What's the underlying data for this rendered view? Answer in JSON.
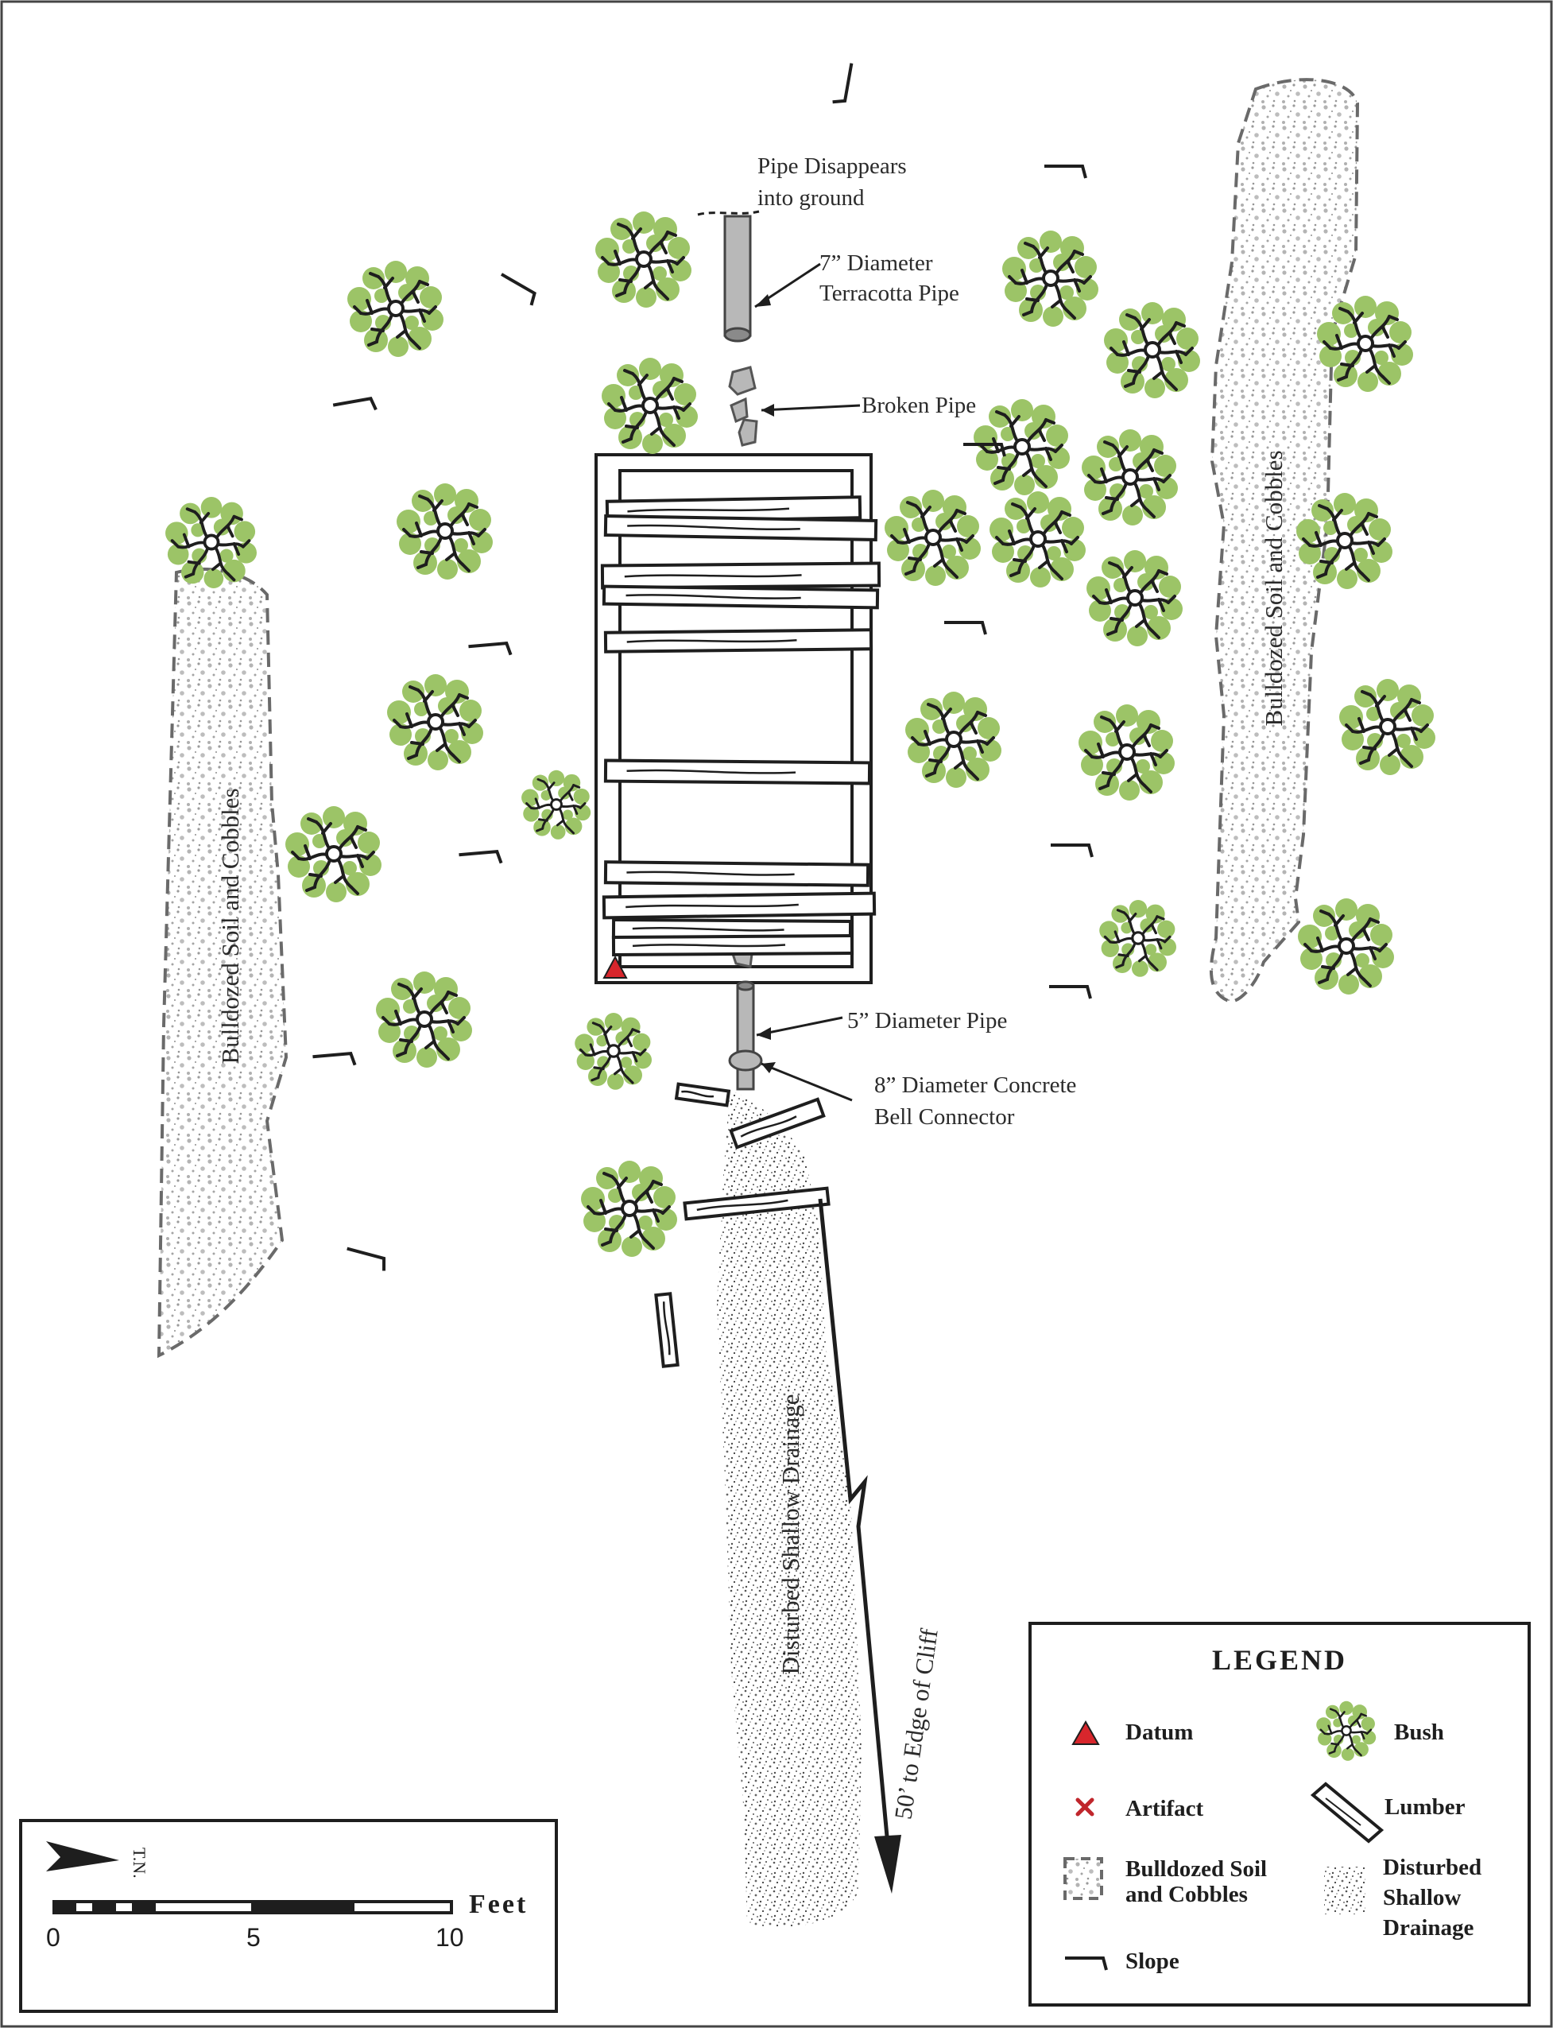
{
  "labels": {
    "pipe_disappears_line1": "Pipe Disappears",
    "pipe_disappears_line2": "into ground",
    "terracotta_line1": "7” Diameter",
    "terracotta_line2": "Terracotta Pipe",
    "broken_pipe": "Broken Pipe",
    "five_inch_pipe": "5” Diameter Pipe",
    "bell_line1": "8” Diameter Concrete",
    "bell_line2": "Bell Connector",
    "bulldozed_left": "Bulldozed Soil and Cobbles",
    "bulldozed_right": "Bulldozed Soil and Cobbles",
    "drainage": "Disturbed Shallow Drainage",
    "cliff": "50’ to Edge of Cliff"
  },
  "legend": {
    "title": "LEGEND",
    "datum": "Datum",
    "bush": "Bush",
    "artifact": "Artifact",
    "lumber": "Lumber",
    "bulldozed_line1": "Bulldozed Soil",
    "bulldozed_line2": "and Cobbles",
    "drainage_line1": "Disturbed",
    "drainage_line2": "Shallow",
    "drainage_line3": "Drainage",
    "slope": "Slope"
  },
  "scale": {
    "north": "T.N.",
    "unit": "Feet",
    "tick_0": "0",
    "tick_5": "5",
    "tick_10": "10"
  },
  "colors": {
    "datum": "#d8262c",
    "artifact": "#c0262c",
    "bush_green": "#9cc467",
    "pipe_gray": "#b8b8b8",
    "ink": "#1e1e1e"
  },
  "icons": {
    "north_arrow": "north-arrow-icon",
    "datum": "red-triangle-icon",
    "artifact": "red-x-icon",
    "bush": "bush-icon",
    "lumber": "lumber-board-icon",
    "slope": "slope-arrow-icon"
  }
}
